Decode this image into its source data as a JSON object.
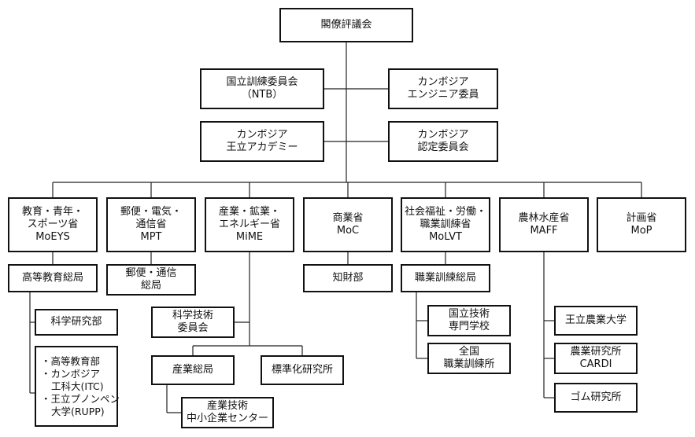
{
  "chart_data": {
    "type": "org-chart",
    "nodes": [
      {
        "id": "cabinet",
        "lines": [
          "閣僚評議会"
        ],
        "parent": null
      },
      {
        "id": "ntb",
        "lines": [
          "国立訓練委員会",
          "（NTB）"
        ],
        "parent": "cabinet"
      },
      {
        "id": "engineer",
        "lines": [
          "カンボジア",
          "エンジニア委員"
        ],
        "parent": "cabinet"
      },
      {
        "id": "academy",
        "lines": [
          "カンボジア",
          "王立アカデミー"
        ],
        "parent": "cabinet"
      },
      {
        "id": "accred",
        "lines": [
          "カンボジア",
          "認定委員会"
        ],
        "parent": "cabinet"
      },
      {
        "id": "moeys",
        "lines": [
          "教育・青年・",
          "スポーツ省",
          "MoEYS"
        ],
        "parent": "cabinet"
      },
      {
        "id": "mpt",
        "lines": [
          "郵便・電気・",
          "通信省",
          "MPT"
        ],
        "parent": "cabinet"
      },
      {
        "id": "mime",
        "lines": [
          "産業・鉱業・",
          "エネルギー省",
          "MiME"
        ],
        "parent": "cabinet"
      },
      {
        "id": "moc",
        "lines": [
          "商業省",
          "MoC"
        ],
        "parent": "cabinet"
      },
      {
        "id": "molvt",
        "lines": [
          "社会福祉・労働・",
          "職業訓練省",
          "MoLVT"
        ],
        "parent": "cabinet"
      },
      {
        "id": "maff",
        "lines": [
          "農林水産省",
          "MAFF"
        ],
        "parent": "cabinet"
      },
      {
        "id": "mop",
        "lines": [
          "計画省",
          "MoP"
        ],
        "parent": "cabinet"
      },
      {
        "id": "higher_ed",
        "lines": [
          "高等教育総局"
        ],
        "parent": "moeys"
      },
      {
        "id": "sci_research",
        "lines": [
          "科学研究部"
        ],
        "parent": "higher_ed"
      },
      {
        "id": "higher_list",
        "lines": [
          "高等教育部",
          "カンボジア",
          "工科大(ITC)",
          "王立プノンペン",
          "大学(RUPP)"
        ],
        "parent": "higher_ed"
      },
      {
        "id": "post_bureau",
        "lines": [
          "郵便・通信",
          "総局"
        ],
        "parent": "mpt"
      },
      {
        "id": "sci_tech",
        "lines": [
          "科学技術",
          "委員会"
        ],
        "parent": "mime"
      },
      {
        "id": "industry",
        "lines": [
          "産業総局"
        ],
        "parent": "mime"
      },
      {
        "id": "standards",
        "lines": [
          "標準化研究所"
        ],
        "parent": "mime"
      },
      {
        "id": "sme_center",
        "lines": [
          "産業技術",
          "中小企業センター"
        ],
        "parent": "industry"
      },
      {
        "id": "ip",
        "lines": [
          "知財部"
        ],
        "parent": "moc"
      },
      {
        "id": "voc_bureau",
        "lines": [
          "職業訓練総局"
        ],
        "parent": "molvt"
      },
      {
        "id": "nat_tech",
        "lines": [
          "国立技術",
          "専門学校"
        ],
        "parent": "voc_bureau"
      },
      {
        "id": "nat_voc",
        "lines": [
          "全国",
          "職業訓練所"
        ],
        "parent": "voc_bureau"
      },
      {
        "id": "agri_univ",
        "lines": [
          "王立農業大学"
        ],
        "parent": "maff"
      },
      {
        "id": "cardi",
        "lines": [
          "農業研究所",
          "CARDI"
        ],
        "parent": "maff"
      },
      {
        "id": "rubber",
        "lines": [
          "ゴム研究所"
        ],
        "parent": "maff"
      }
    ]
  }
}
